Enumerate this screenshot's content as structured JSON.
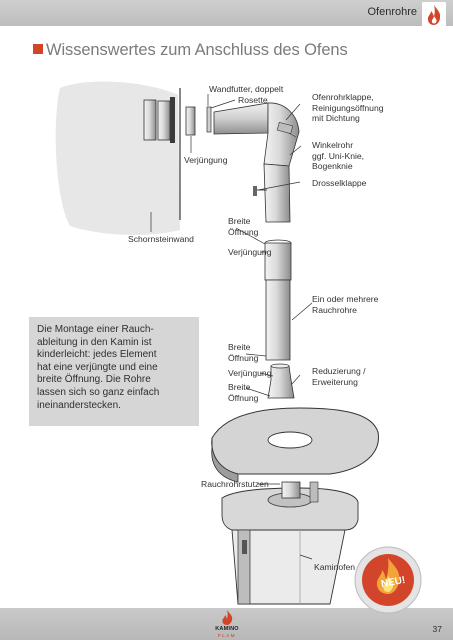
{
  "header": {
    "section_title": "Ofenrohre",
    "icon": "flame-icon",
    "accent_color": "#d2452a"
  },
  "heading": {
    "title": "Wissenswertes zum Anschluss des Ofens"
  },
  "diagram_labels": {
    "wandfutter_1": "Wandfutter, doppelt",
    "wandfutter_2": "Rosette",
    "ofenrohrklappe_1": "Ofenrohrklappe,",
    "ofenrohrklappe_2": "Reinigungsöffnung",
    "ofenrohrklappe_3": "mit Dichtung",
    "verjuengung_top": "Verjüngung",
    "winkelrohr_1": "Winkelrohr",
    "winkelrohr_2": "ggf. Uni-Knie,",
    "winkelrohr_3": "Bogenknie",
    "drosselklappe": "Drosselklappe",
    "schornsteinwand": "Schornsteinwand",
    "breite_oeffnung_1a": "Breite",
    "breite_oeffnung_1b": "Öffnung",
    "verjuengung_mid": "Verjüngung",
    "mehrere_rohre_1": "Ein oder mehrere",
    "mehrere_rohre_2": "Rauchrohre",
    "breite_oeffnung_2a": "Breite",
    "breite_oeffnung_2b": "Öffnung",
    "verjuengung_low": "Verjüngung",
    "breite_oeffnung_3a": "Breite",
    "breite_oeffnung_3b": "Öffnung",
    "reduzierung_1": "Reduzierung /",
    "reduzierung_2": "Erweiterung",
    "rauchrohrstutzen": "Rauchrohrstutzen",
    "kaminofen": "Kaminofen"
  },
  "infobox": {
    "lines": [
      "Die Montage einer Rauch-",
      "ableitung in den Kamin ist",
      "kinderleicht: jedes Element",
      "hat eine verjüngte und eine",
      "breite Öffnung. Die Rohre",
      "lassen sich so ganz einfach",
      "ineinanderstecken."
    ]
  },
  "badge": {
    "text": "NEU!",
    "icon": "flame-badge-icon"
  },
  "footer": {
    "logo_brand": "KAMINO",
    "logo_sub": "FLAM",
    "page_number": "37"
  }
}
